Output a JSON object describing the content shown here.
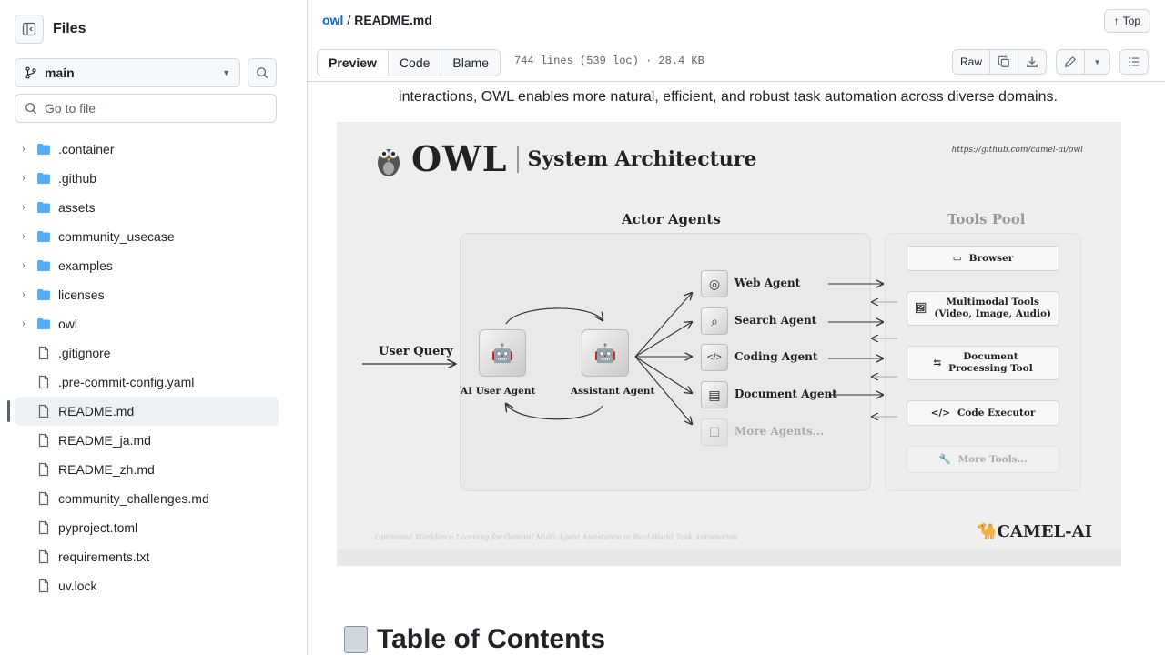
{
  "sidebar": {
    "title": "Files",
    "branch": "main",
    "goto_placeholder": "Go to file",
    "items": [
      {
        "label": ".container",
        "type": "folder"
      },
      {
        "label": ".github",
        "type": "folder"
      },
      {
        "label": "assets",
        "type": "folder"
      },
      {
        "label": "community_usecase",
        "type": "folder"
      },
      {
        "label": "examples",
        "type": "folder"
      },
      {
        "label": "licenses",
        "type": "folder"
      },
      {
        "label": "owl",
        "type": "folder"
      },
      {
        "label": ".gitignore",
        "type": "file"
      },
      {
        "label": ".pre-commit-config.yaml",
        "type": "file"
      },
      {
        "label": "README.md",
        "type": "file",
        "active": true
      },
      {
        "label": "README_ja.md",
        "type": "file"
      },
      {
        "label": "README_zh.md",
        "type": "file"
      },
      {
        "label": "community_challenges.md",
        "type": "file"
      },
      {
        "label": "pyproject.toml",
        "type": "file"
      },
      {
        "label": "requirements.txt",
        "type": "file"
      },
      {
        "label": "uv.lock",
        "type": "file"
      }
    ]
  },
  "breadcrumb": {
    "repo": "owl",
    "separator": "/",
    "file": "README.md"
  },
  "top_button": "Top",
  "toolbar": {
    "tabs": [
      "Preview",
      "Code",
      "Blame"
    ],
    "selected_tab": "Preview",
    "meta": "744 lines (539 loc) · 28.4 KB",
    "raw": "Raw"
  },
  "content": {
    "intro": "interactions, OWL enables more natural, efficient, and robust task automation across diverse domains.",
    "figure": {
      "logo": "OWL",
      "subtitle": "System Architecture",
      "url": "https://github.com/camel-ai/owl",
      "actor_title": "Actor Agents",
      "tools_title": "Tools Pool",
      "user_query": "User Query",
      "ai_user": "AI User Agent",
      "assistant": "Assistant Agent",
      "agents": [
        "Web Agent",
        "Search Agent",
        "Coding Agent",
        "Document Agent",
        "More Agents..."
      ],
      "tools": [
        "Browser",
        "Multimodal Tools\n(Video, Image, Audio)",
        "Document\nProcessing Tool",
        "Code Executor",
        "More Tools..."
      ],
      "footer": "Optimized Workforce Learning for General Multi-Agent Assistance in Real-World Task Automation",
      "brand": "CAMEL-AI"
    },
    "toc_heading": "Table of Contents"
  },
  "colors": {
    "link": "#0969da",
    "border": "#d1d9e0",
    "muted": "#59636e"
  }
}
